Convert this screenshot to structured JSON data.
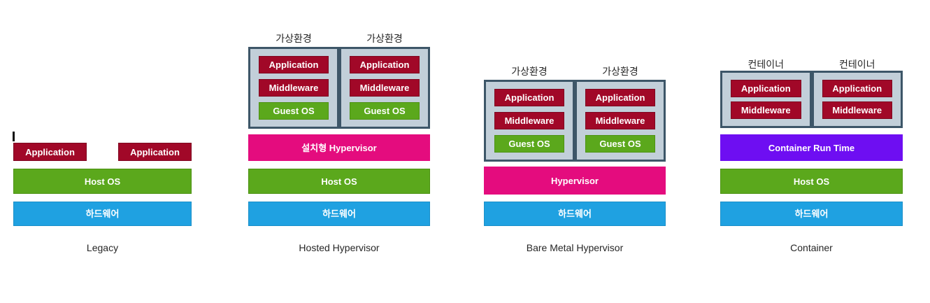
{
  "colors": {
    "application_fill": "#A10828",
    "application_border": "#7E0620",
    "guest_host_os_fill": "#5BA81C",
    "hardware_fill": "#1FA1E1",
    "hypervisor_fill": "#E40C7E",
    "container_runtime_fill": "#6E0EF2",
    "vm_container_fill": "#C2CFD9",
    "vm_container_border": "#3D5668",
    "caption_text": "#262626",
    "box_text": "#FFFFFF"
  },
  "columns": {
    "legacy": {
      "caption": "Legacy",
      "app1": "Application",
      "app2": "Application",
      "host_os": "Host OS",
      "hardware": "하드웨어"
    },
    "hosted": {
      "caption": "Hosted Hypervisor",
      "vm_label1": "가상환경",
      "vm_label2": "가상환경",
      "vm1": {
        "app": "Application",
        "middleware": "Middleware",
        "guest_os": "Guest OS"
      },
      "vm2": {
        "app": "Application",
        "middleware": "Middleware",
        "guest_os": "Guest OS"
      },
      "hypervisor": "설치형 Hypervisor",
      "host_os": "Host OS",
      "hardware": "하드웨어"
    },
    "baremetal": {
      "caption": "Bare Metal Hypervisor",
      "vm_label1": "가상환경",
      "vm_label2": "가상환경",
      "vm1": {
        "app": "Application",
        "middleware": "Middleware",
        "guest_os": "Guest OS"
      },
      "vm2": {
        "app": "Application",
        "middleware": "Middleware",
        "guest_os": "Guest OS"
      },
      "hypervisor": "Hypervisor",
      "hardware": "하드웨어"
    },
    "container": {
      "caption": "Container",
      "ct_label1": "컨테이너",
      "ct_label2": "컨테이너",
      "ct1": {
        "app": "Application",
        "middleware": "Middleware"
      },
      "ct2": {
        "app": "Application",
        "middleware": "Middleware"
      },
      "runtime": "Container Run Time",
      "host_os": "Host OS",
      "hardware": "하드웨어"
    }
  }
}
